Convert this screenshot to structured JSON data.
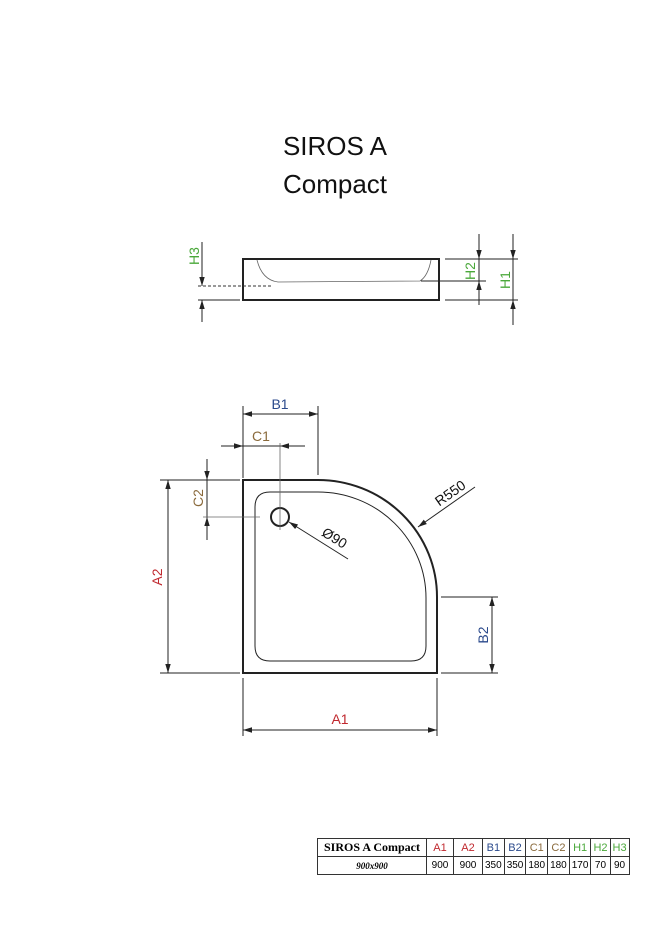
{
  "title": {
    "line1": "SIROS A",
    "line2": "Compact"
  },
  "colors": {
    "A": "#c0282e",
    "B": "#2b4a8c",
    "C": "#8a6a3c",
    "H": "#4aa83a"
  },
  "side_view": {
    "labels": {
      "H1": "H1",
      "H2": "H2",
      "H3": "H3"
    }
  },
  "top_view": {
    "labels": {
      "A1": "A1",
      "A2": "A2",
      "B1": "B1",
      "B2": "B2",
      "C1": "C1",
      "C2": "C2",
      "radius": "R550",
      "drain": "Ø90"
    }
  },
  "table": {
    "name": "SIROS A Compact",
    "size": "900x900",
    "headers": [
      "A1",
      "A2",
      "B1",
      "B2",
      "C1",
      "C2",
      "H1",
      "H2",
      "H3"
    ],
    "values": [
      "900",
      "900",
      "350",
      "350",
      "180",
      "180",
      "170",
      "70",
      "90"
    ]
  }
}
